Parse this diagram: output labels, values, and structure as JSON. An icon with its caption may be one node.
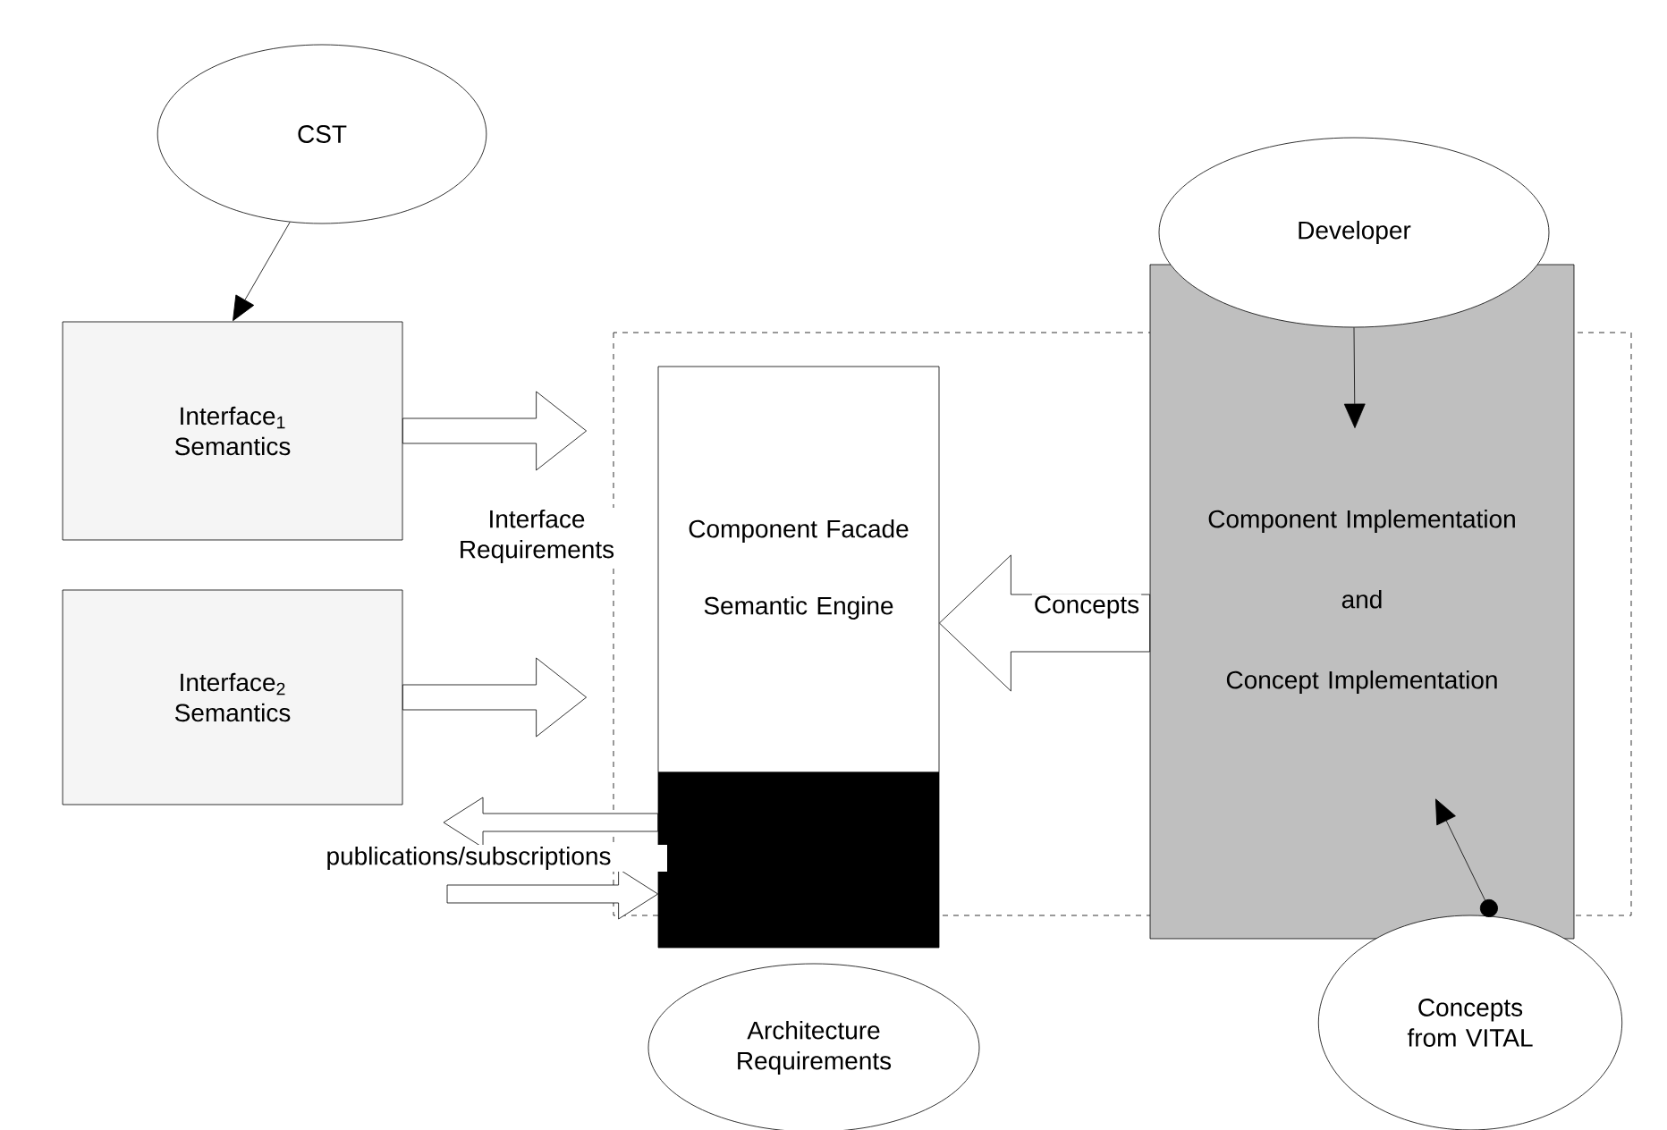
{
  "diagram": {
    "nodes": [
      {
        "text": [
          "CST"
        ]
      },
      {
        "text": [
          "Interface$_{1}$ Semantics"
        ]
      },
      {
        "text": [
          "Interface$_{2}$ Semantics"
        ]
      },
      {
        "text": [
          "Component Facade",
          "Semantic Engine"
        ]
      },
      {
        "text": [],
        "shape": "box"
      },
      {
        "text": [
          "Component Implementation",
          "and",
          "Concept Implementation"
        ]
      },
      {
        "text": [
          "Developer"
        ]
      },
      {
        "text": [
          "Architecture Requirements"
        ]
      },
      {
        "text": [
          "Concepts from VITAL"
        ]
      }
    ],
    "edges": [
      {
        "from": 0,
        "to": 1,
        "arrow": "to"
      },
      {
        "from": 1,
        "to": 3,
        "arrow": "to"
      },
      {
        "from": 2,
        "to": 3,
        "arrow": "to"
      },
      {
        "from": 5,
        "to": 3,
        "arrow": "to",
        "label": "Concepts"
      },
      {
        "from": 4,
        "to": null,
        "arrow": "to"
      },
      {
        "from": null,
        "to": 4,
        "arrow": "to"
      },
      {
        "from": 6,
        "to": 5,
        "arrow": "to"
      },
      {
        "from": 8,
        "to": 5,
        "arrow": "to"
      }
    ],
    "labels": [
      "Interface Requirements",
      "publications/subscriptions"
    ]
  }
}
